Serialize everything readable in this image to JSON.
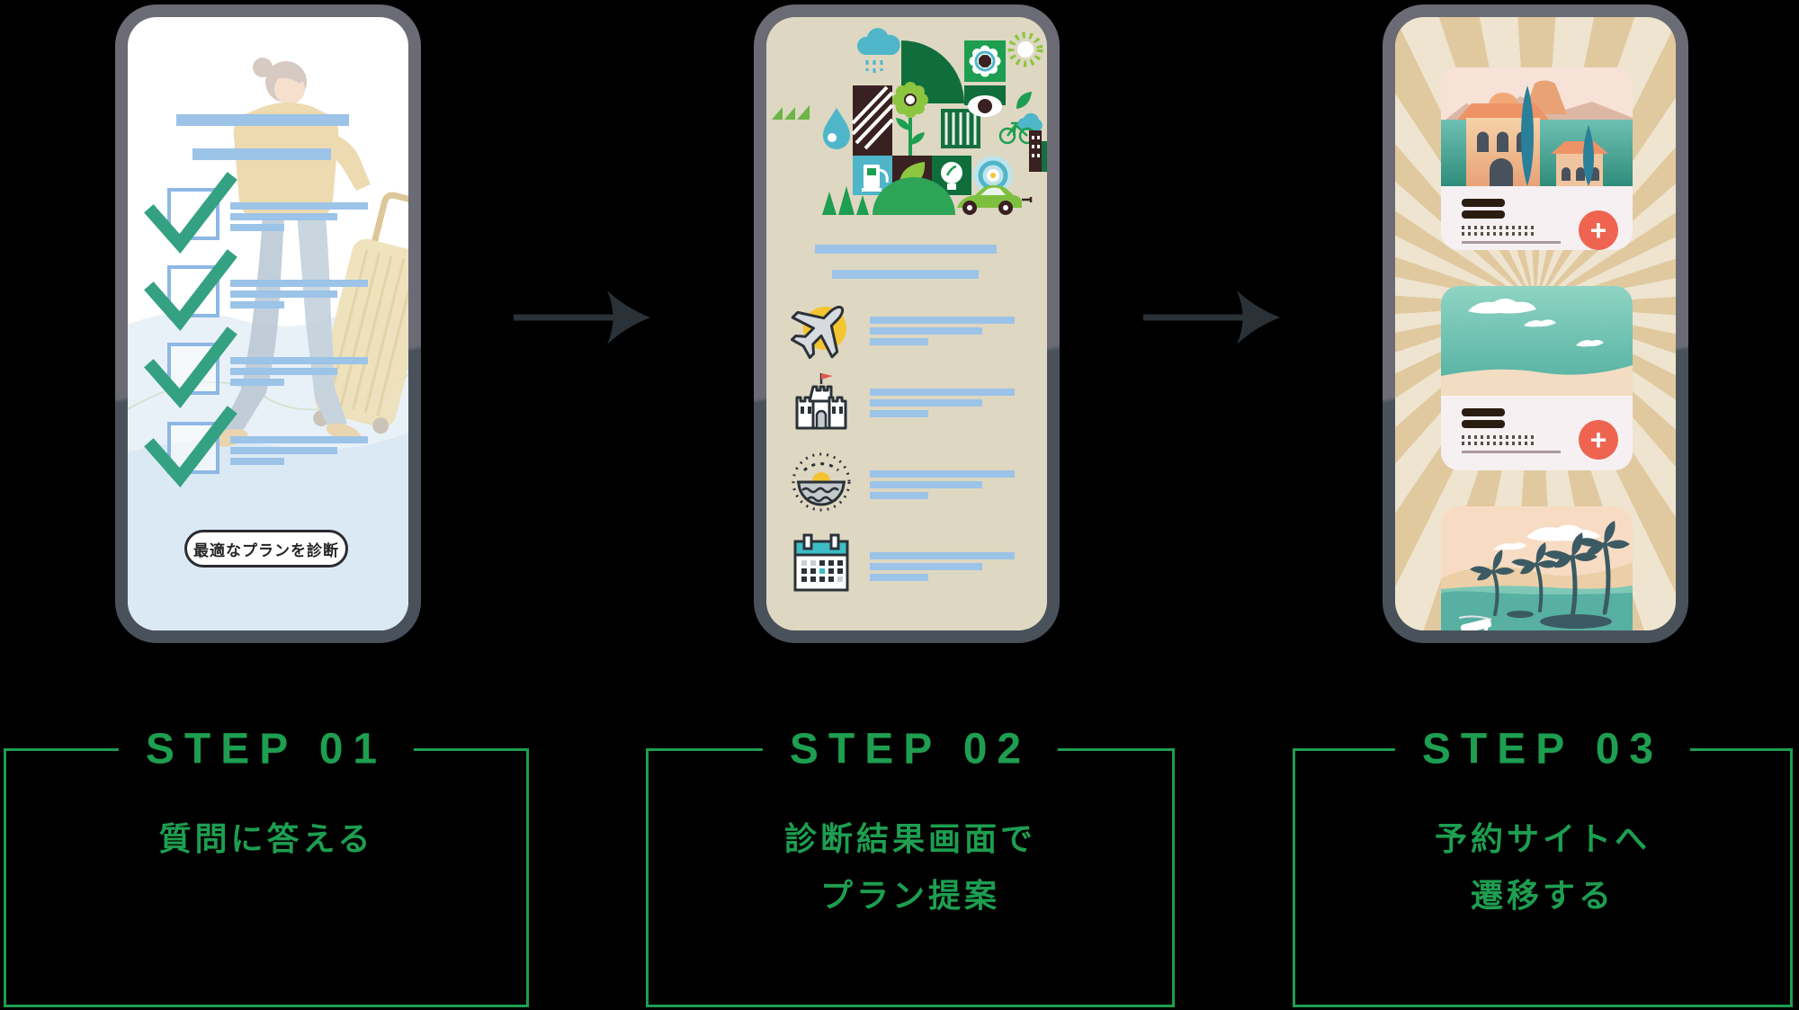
{
  "colors": {
    "accent_green": "#1d9e50",
    "check_green": "#35a183",
    "bar_blue": "#9cc3e8",
    "bezel_gray": "#6a6b74",
    "bezel_dark": "#49525b",
    "coral": "#ee6450",
    "screen_beige": "#ded7c2",
    "arrow_dark": "#2a3137"
  },
  "steps": [
    {
      "title": "STEP 01",
      "lines": [
        "質問に答える"
      ],
      "phone_screen": "questionnaire"
    },
    {
      "title": "STEP 02",
      "lines": [
        "診断結果画面で",
        "プラン提案"
      ],
      "phone_screen": "diagnosis-result"
    },
    {
      "title": "STEP 03",
      "lines": [
        "予約サイトへ",
        "遷移する"
      ],
      "phone_screen": "booking-site"
    }
  ],
  "phone1": {
    "button_label": "最適なプランを診断",
    "checklist_rows": 4
  },
  "phone2": {
    "result_rows": [
      {
        "icon": "airplane-icon"
      },
      {
        "icon": "castle-icon"
      },
      {
        "icon": "sunset-icon"
      },
      {
        "icon": "calendar-icon"
      }
    ]
  },
  "phone3": {
    "add_button": "+",
    "cards": [
      {
        "scene": "villa"
      },
      {
        "scene": "beach"
      },
      {
        "scene": "tropical"
      }
    ]
  }
}
